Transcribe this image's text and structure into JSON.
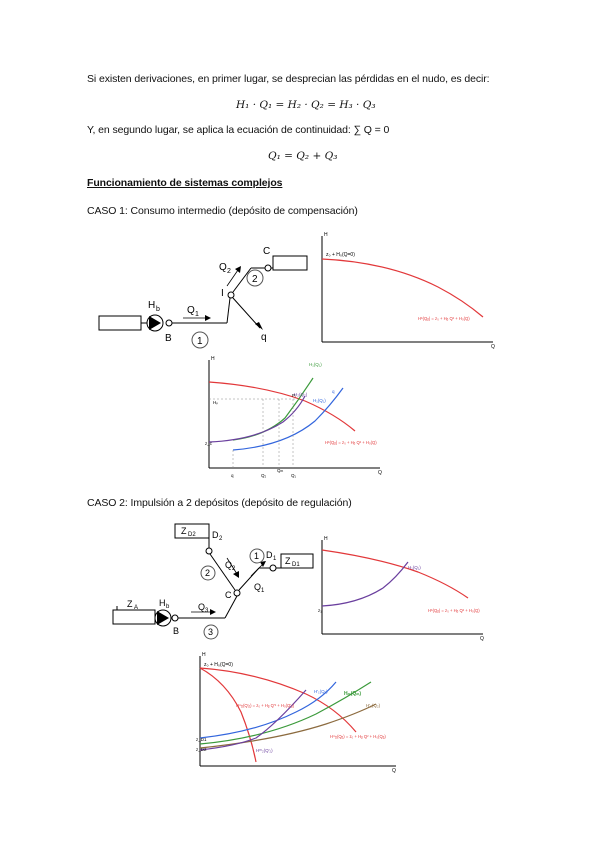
{
  "text": {
    "para1": "Si existen derivaciones, en primer lugar, se desprecian las pérdidas en el nudo, es decir:",
    "eq1": "H₁ · Q₁ = H₂ · Q₂ = H₃ · Q₃",
    "para2": "Y, en segundo lugar, se aplica la ecuación de continuidad: ∑ Q = 0",
    "eq2": "Q₁ = Q₂ + Q₃",
    "heading": "Funcionamiento de sistemas complejos",
    "caso1": "CASO 1: Consumo intermedio (depósito de compensación)",
    "caso2": "CASO 2: Impulsión a 2 depósitos (depósito de regulación)"
  },
  "fig1": {
    "hb": "H",
    "hb_sub": "b",
    "b": "B",
    "q1": "Q",
    "q1_sub": "1",
    "circle1": "1",
    "node_i": "I",
    "q2": "Q",
    "q2_sub": "2",
    "circle2": "2",
    "c": "C",
    "q": "q"
  },
  "graph1": {
    "axis_h": "H",
    "axis_q": "Q",
    "top_label": "z₀ + H₀(Q=0)",
    "curve_label": "Hᵇ(Qᵦ) = z₀ + Hᵦ Q² + H₀(Q)"
  },
  "graph2": {
    "axis_h": "H",
    "axis_q": "Q",
    "label_green": "H₁(Q₁)",
    "label_purple": "H₂(Q₂)",
    "label_blue": "H₁(Q₁)",
    "label_i": "q",
    "hp": "Hₚ",
    "zc": "z_c",
    "pi": "Pᵢ",
    "curve_red": "Hᵇ(Qᵦ) = z₀ + Hᵦ Q² + H₀(Q)",
    "x_q": "q",
    "x_q2": "Q₂",
    "x_q1": "Q₁",
    "x_qm": "Qₘ"
  },
  "fig2": {
    "zd2": "Z",
    "zd2_sub": "D2",
    "d2": "D",
    "d2_sub": "2",
    "q2": "Q",
    "q2_sub": "2",
    "circle1": "1",
    "d1": "D",
    "d1_sub": "1",
    "zd1": "Z",
    "zd1_sub": "D1",
    "circle2": "2",
    "q1": "Q",
    "q1_sub": "1",
    "c": "C",
    "za": "Z",
    "za_sub": "A",
    "hb": "H",
    "hb_sub": "b",
    "b": "B",
    "q3": "Q",
    "q3_sub": "3",
    "circle3": "3"
  },
  "graph3": {
    "axis_h": "H",
    "axis_q": "Q",
    "label_purple": "H₁(Q₁)",
    "z1": "z₁",
    "curve_red": "Hᵇ(Qᵦ) = z₀ + Hᵦ Q² + H₀(Q)"
  },
  "graph4": {
    "axis_h": "H",
    "axis_q": "Q",
    "top_label": "z₀ + H₀(Q=0)",
    "label_blue": "H'₁(Q₁)",
    "label_green": "Hₘ(Qₘ)",
    "label_brown": "H'₂(Q₂)",
    "label_red_mid": "Hᵐᵦ(Q'ᵦ) = z₀ + Hᵦ Q'² + H₀(Q'ᵦ)",
    "label_red_low": "Hᵐᵦ(Qᵦ) = z₀ + Hᵦ Q² + H₀(Qᵦ)",
    "label_purple": "Hᵐ₂(Q'₂)",
    "zd1": "z_D1",
    "zd2": "z_D2"
  }
}
